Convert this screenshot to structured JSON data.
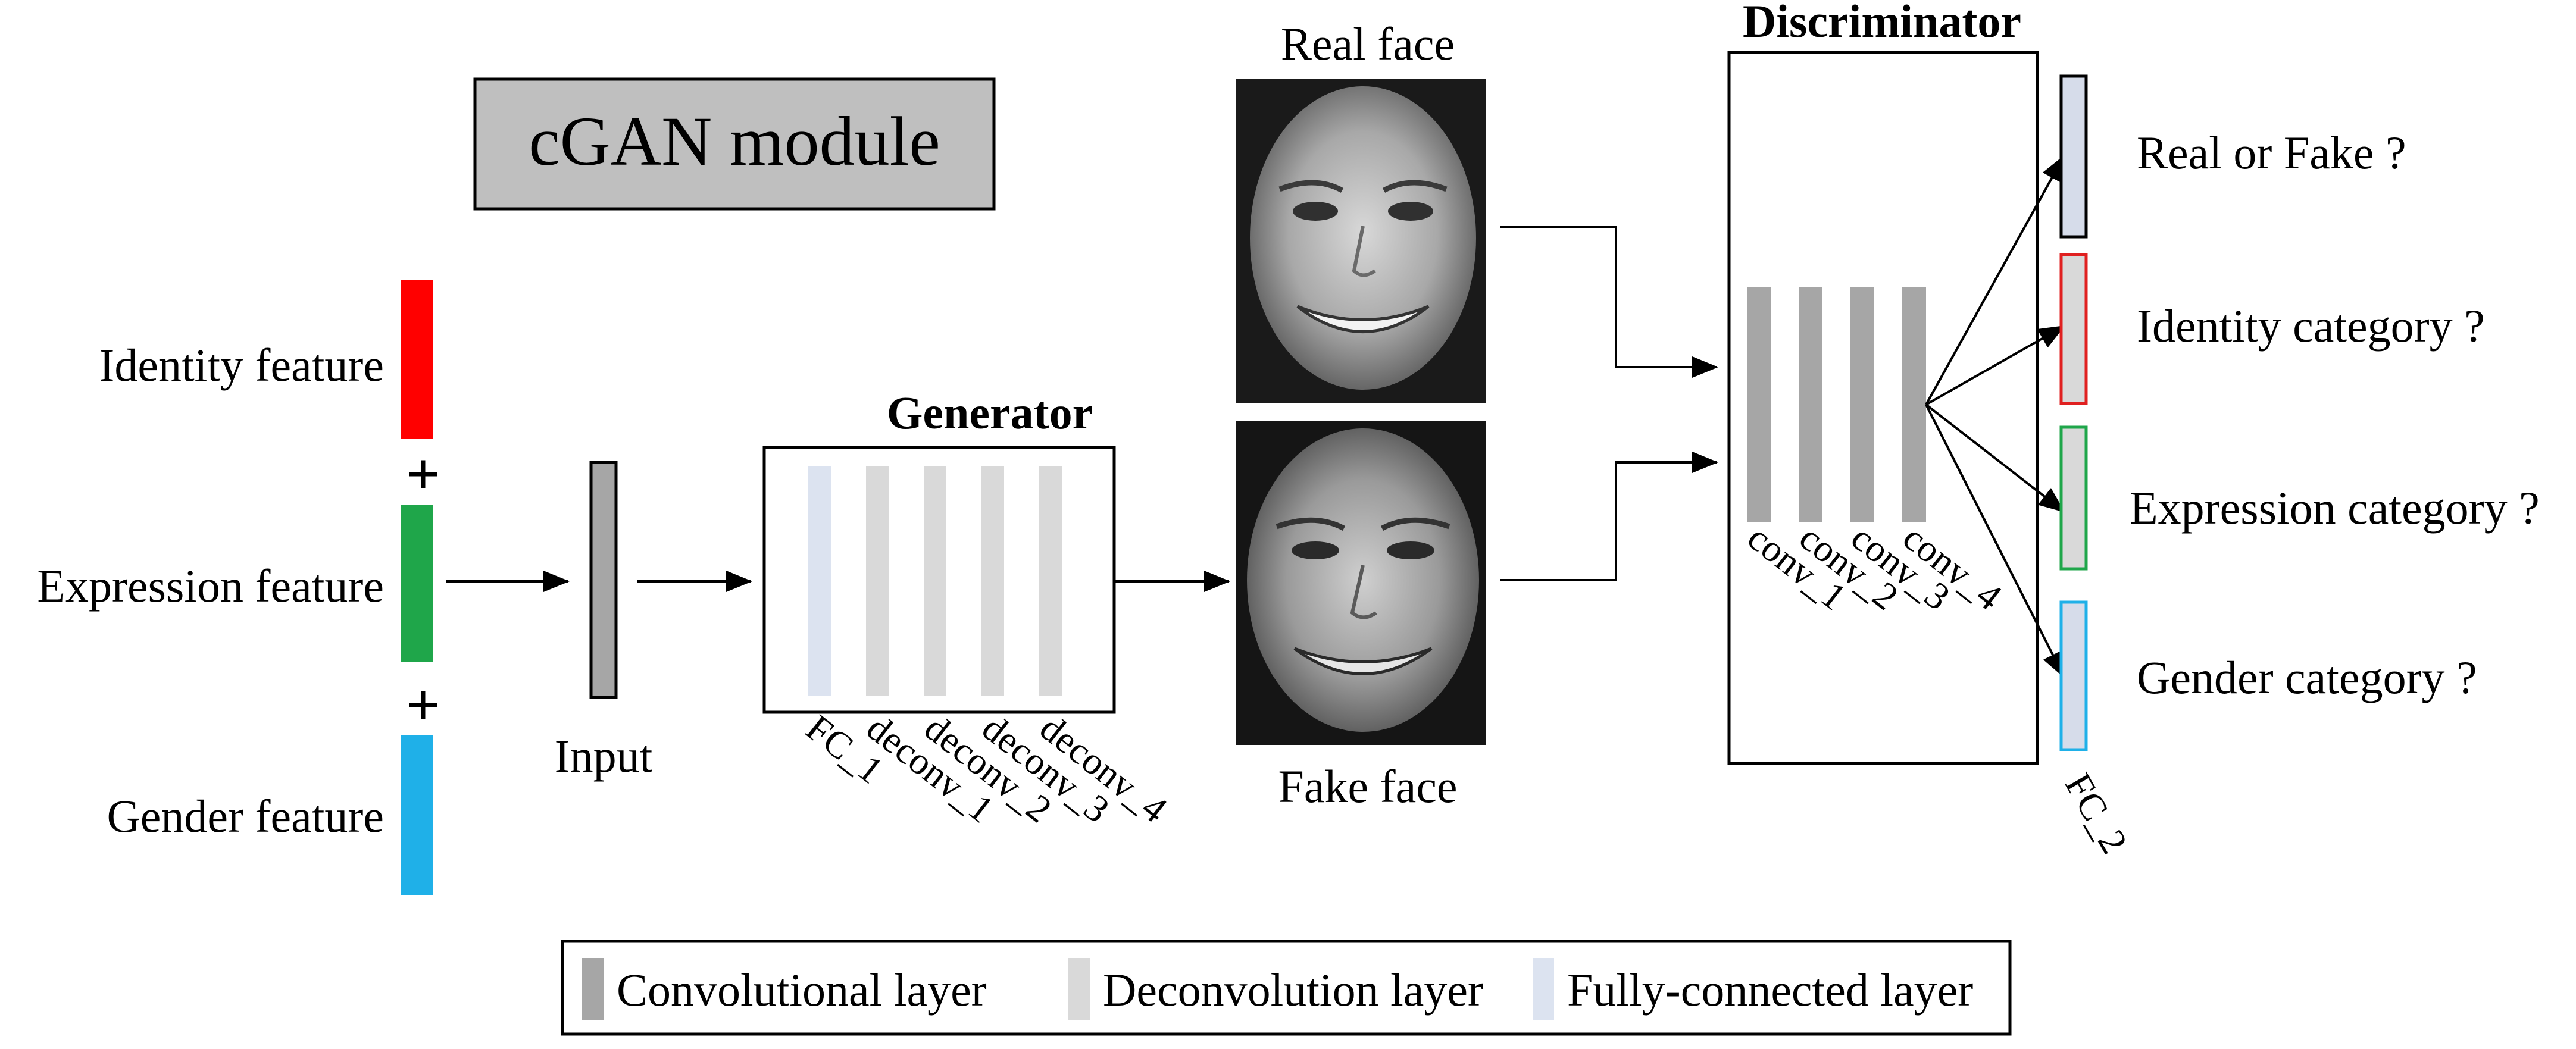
{
  "module_title": "cGAN module",
  "features": {
    "identity": "Identity feature",
    "expression": "Expression feature",
    "gender": "Gender feature",
    "plus": "+"
  },
  "input_label": "Input",
  "generator": {
    "title": "Generator",
    "layers": [
      "FC_1",
      "deconv_1",
      "deconv_2",
      "deconv_3",
      "deconv_4"
    ]
  },
  "faces": {
    "real": "Real face",
    "fake": "Fake face"
  },
  "discriminator": {
    "title": "Discriminator",
    "layers": [
      "conv_1",
      "conv_2",
      "conv_3",
      "conv_4"
    ],
    "fc_label": "FC_2"
  },
  "outputs": [
    "Real or Fake ?",
    "Identity category ?",
    "Expression category ?",
    "Gender category ?"
  ],
  "legend": [
    {
      "label": "Convolutional layer",
      "color": "#a6a6a6"
    },
    {
      "label": "Deconvolution layer",
      "color": "#d9d9d9"
    },
    {
      "label": "Fully-connected layer",
      "color": "#dce3f0"
    }
  ],
  "colors": {
    "identity": "#ff0000",
    "expression": "#1fa64a",
    "gender": "#1fb0e8",
    "input": "#a6a6a6",
    "module_box": "#bfbfbf",
    "fc2_fill_realfake": "#d6dcea",
    "fc2_border_identity": "#e02020",
    "fc2_border_expression": "#1fa64a",
    "fc2_border_gender": "#1fb0e8"
  }
}
